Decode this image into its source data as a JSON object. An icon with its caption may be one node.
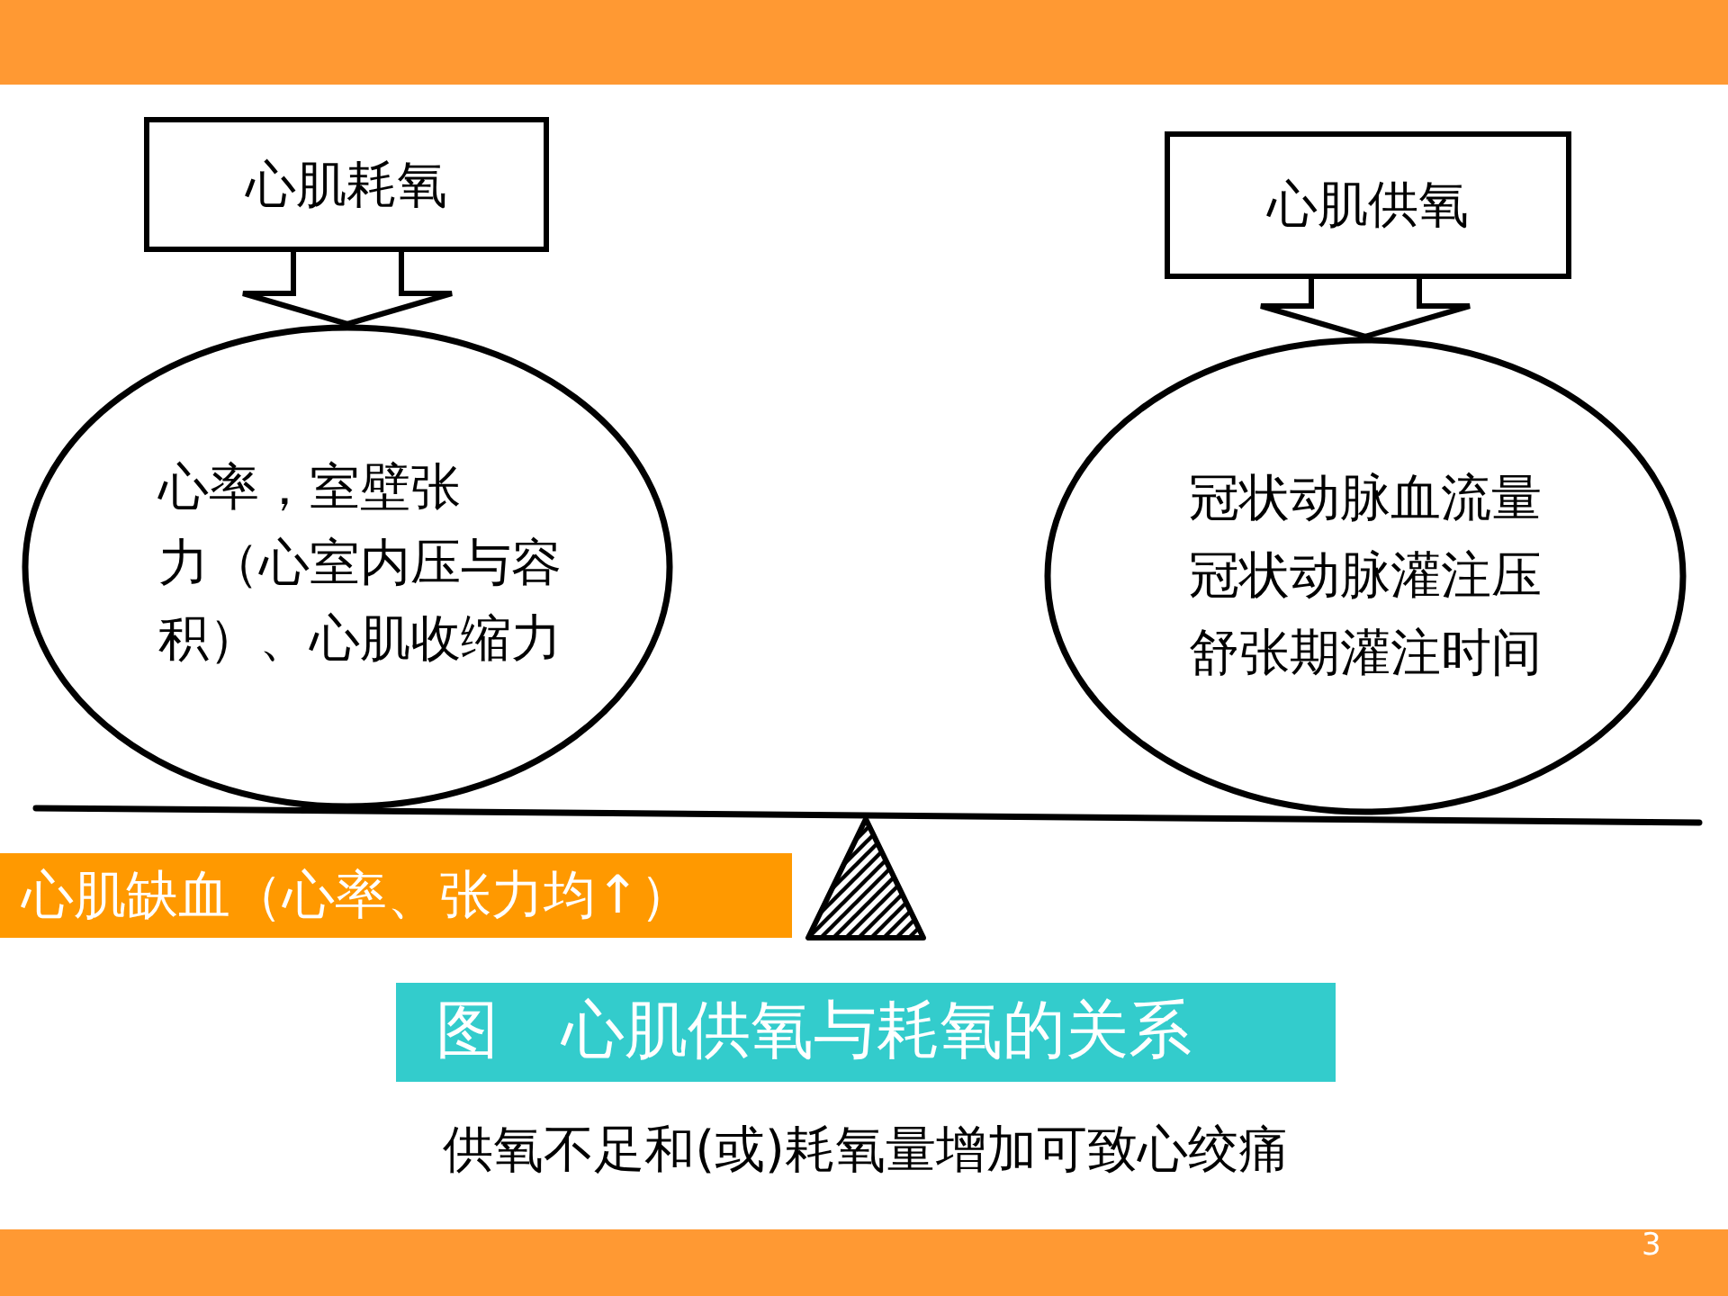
{
  "diagram": {
    "nodes": [
      {
        "text": [
          "心肌耗氧"
        ]
      },
      {
        "text": [
          "心率，室壁张力（心室内压与容积）、心肌收缩力"
        ]
      },
      {
        "text": [
          "心肌供氧"
        ]
      },
      {
        "text": [
          "冠状动脉血流量",
          "冠状动脉灌注压",
          "舒张期灌注时间"
        ]
      },
      {
        "text": [
          "心肌缺血（心率、张力均↑）"
        ]
      },
      {
        "text": [
          "图　心肌供氧与耗氧的关系"
        ]
      }
    ],
    "edges": [
      {
        "from": 0,
        "to": 1,
        "arrow": "to"
      },
      {
        "from": 2,
        "to": 3,
        "arrow": "to"
      }
    ],
    "labels": [
      "3"
    ],
    "caption": "供氧不足和(或)耗氧量增加可致心绞痛"
  }
}
